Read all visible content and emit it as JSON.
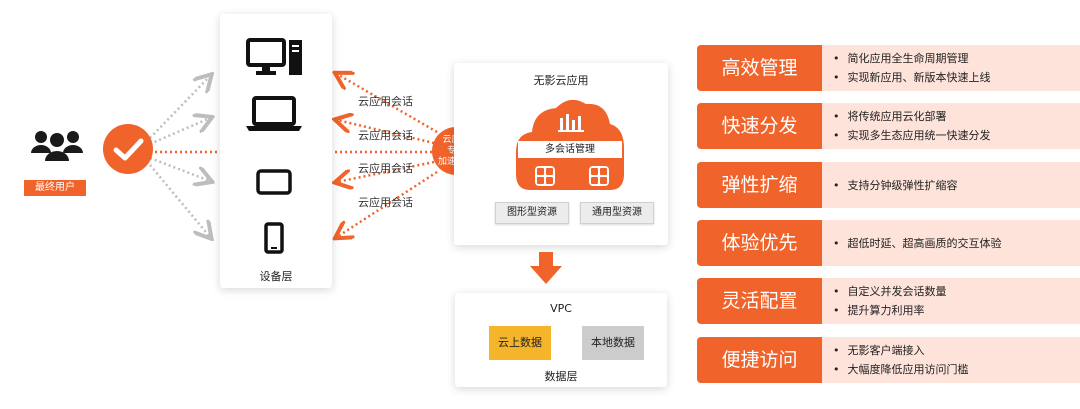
{
  "user": {
    "label": "最终用户"
  },
  "devices": {
    "label": "设备层"
  },
  "sessions": [
    "云应用会话",
    "云应用会话",
    "云应用会话",
    "云应用会话"
  ],
  "gateway": {
    "line1": "云应用",
    "line2": "专属",
    "line3": "加速网关"
  },
  "cloud_app": {
    "title": "无影云应用",
    "session_mgmt": "多会话管理",
    "resource_graphic": "图形型资源",
    "resource_general": "通用型资源"
  },
  "vpc": {
    "title": "VPC",
    "cloud_data": "云上数据",
    "local_data": "本地数据",
    "label": "数据层"
  },
  "features": [
    {
      "title": "高效管理",
      "bullets": [
        "简化应用全生命周期管理",
        "实现新应用、新版本快速上线"
      ]
    },
    {
      "title": "快速分发",
      "bullets": [
        "将传统应用云化部署",
        "实现多生态应用统一快速分发"
      ]
    },
    {
      "title": "弹性扩缩",
      "bullets": [
        "支持分钟级弹性扩缩容"
      ]
    },
    {
      "title": "体验优先",
      "bullets": [
        "超低时延、超高画质的交互体验"
      ]
    },
    {
      "title": "灵活配置",
      "bullets": [
        "自定义并发会话数量",
        "提升算力利用率"
      ]
    },
    {
      "title": "便捷访问",
      "bullets": [
        "无影客户端接入",
        "大幅度降低应用访问门槛"
      ]
    }
  ],
  "colors": {
    "accent": "#f0632a",
    "feature_bg": "#fde3da",
    "gray_arrow": "#bdbdbd",
    "cloud_data": "#f5b52a",
    "local_data": "#cccccc"
  }
}
